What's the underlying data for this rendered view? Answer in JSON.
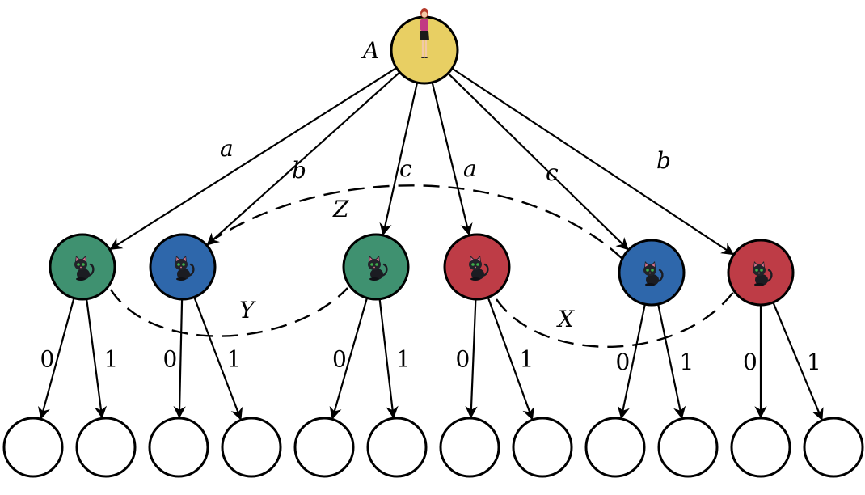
{
  "diagram": {
    "type": "game-tree",
    "root": {
      "label": "A",
      "icon": "woman-figure-icon",
      "color": "#E8CF63"
    },
    "players_icon": "black-cat-icon",
    "level1": [
      {
        "id": "n1",
        "edge_label": "a",
        "color": "#3F9170",
        "color_name": "green"
      },
      {
        "id": "n2",
        "edge_label": "b",
        "color": "#2E67AB",
        "color_name": "blue"
      },
      {
        "id": "n3",
        "edge_label": "c",
        "color": "#3F9170",
        "color_name": "green"
      },
      {
        "id": "n4",
        "edge_label": "a",
        "color": "#BE3C46",
        "color_name": "red"
      },
      {
        "id": "n5",
        "edge_label": "c",
        "color": "#2E67AB",
        "color_name": "blue"
      },
      {
        "id": "n6",
        "edge_label": "b",
        "color": "#BE3C46",
        "color_name": "red"
      }
    ],
    "leaf_edge_labels": [
      "0",
      "1"
    ],
    "information_sets": [
      {
        "label": "Z",
        "connects": [
          "n2",
          "n5"
        ]
      },
      {
        "label": "Y",
        "connects": [
          "n1",
          "n3"
        ]
      },
      {
        "label": "X",
        "connects": [
          "n4",
          "n6"
        ]
      }
    ]
  }
}
